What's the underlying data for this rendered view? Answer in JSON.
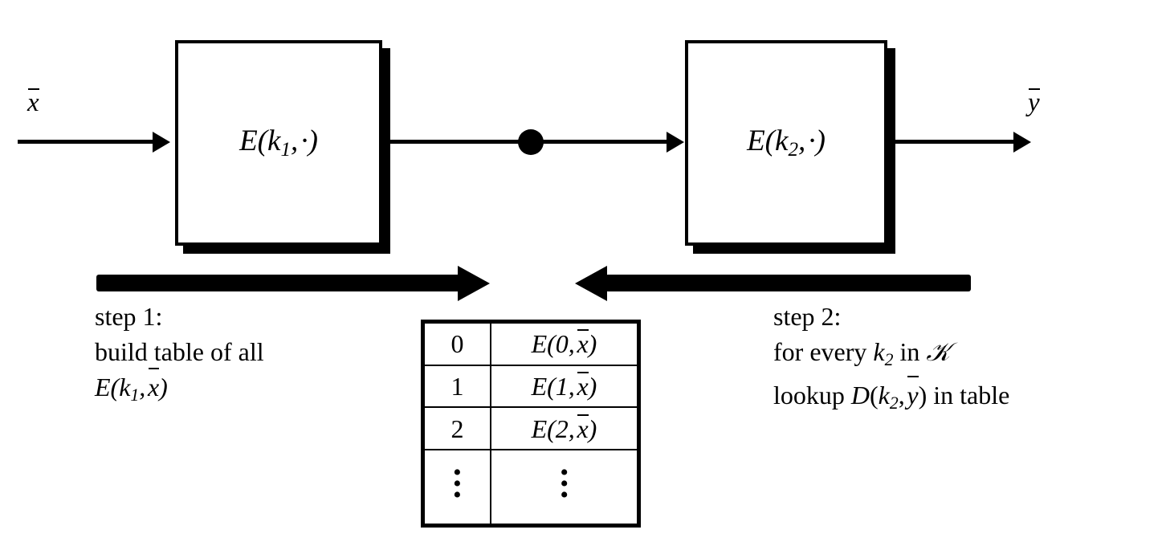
{
  "diagram": {
    "title": "Meet-in-the-middle attack on double encryption",
    "background_color": "#ffffff",
    "stroke_color": "#000000"
  },
  "inputs": {
    "plaintext_label": "x",
    "plaintext_label_full": "x̄",
    "ciphertext_label": "y",
    "ciphertext_label_full": "ȳ"
  },
  "blocks": [
    {
      "id": "encrypt-1",
      "label_function": "E",
      "label_key": "k",
      "label_key_index": "1",
      "label_arg": "·",
      "label_full": "E(k₁, ·)"
    },
    {
      "id": "encrypt-2",
      "label_function": "E",
      "label_key": "k",
      "label_key_index": "2",
      "label_arg": "·",
      "label_full": "E(k₂, ·)"
    }
  ],
  "junction": {
    "name": "intermediate-value-tap",
    "shape": "filled-circle"
  },
  "steps": [
    {
      "id": "step-1",
      "direction": "right",
      "heading": "step 1:",
      "line2": "build table of all",
      "line3_function": "E",
      "line3_key": "k",
      "line3_key_index": "1",
      "line3_arg": "x̄",
      "line3_full": "E(k₁, x̄)"
    },
    {
      "id": "step-2",
      "direction": "left",
      "heading": "step 2:",
      "line2_prefix": "for every ",
      "line2_key": "k",
      "line2_key_index": "2",
      "line2_middle": " in ",
      "line2_keyspace": "𝒦",
      "line2_full": "for every k₂ in 𝒦",
      "line3_prefix": "lookup ",
      "line3_function": "D",
      "line3_key": "k",
      "line3_key_index": "2",
      "line3_arg": "ȳ",
      "line3_suffix": " in table",
      "line3_full": "lookup D(k₂, ȳ) in table"
    }
  ],
  "lookup_table": {
    "name": "precomputed-encryption-table",
    "columns": 2,
    "rows": [
      {
        "key": "0",
        "value_function": "E",
        "value_args": "0, x̄",
        "value_full": "E(0, x̄)"
      },
      {
        "key": "1",
        "value_function": "E",
        "value_args": "1, x̄",
        "value_full": "E(1, x̄)"
      },
      {
        "key": "2",
        "value_function": "E",
        "value_args": "2, x̄",
        "value_full": "E(2, x̄)"
      },
      {
        "key": "⋮",
        "value_full": "⋮",
        "is_ellipsis": true
      }
    ]
  }
}
